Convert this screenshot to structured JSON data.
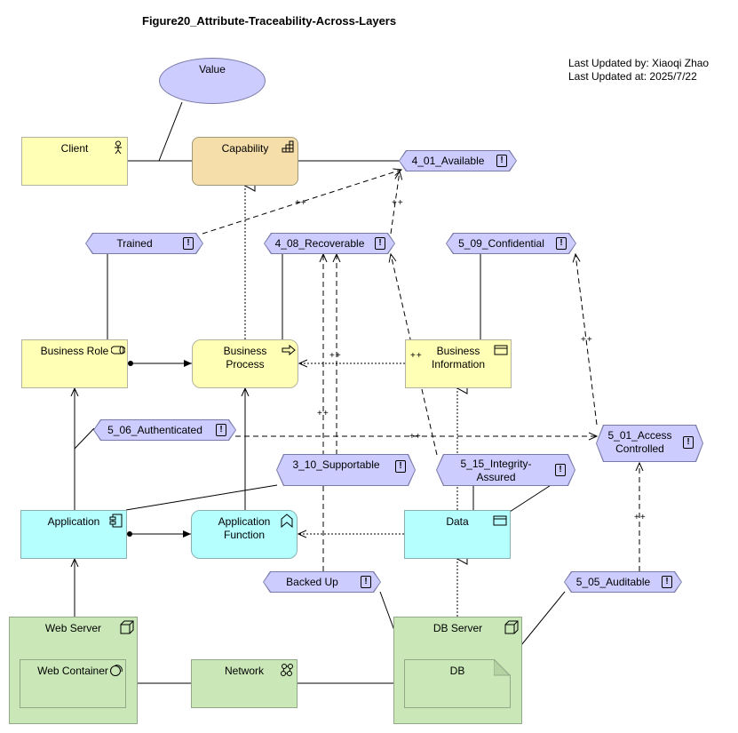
{
  "title": "Figure20_Attribute-Traceability-Across-Layers",
  "meta": {
    "updated_by": "Last Updated by: Xiaoqi Zhao",
    "updated_at": "Last Updated at: 2025/7/22"
  },
  "elements": {
    "value": "Value",
    "client": "Client",
    "capability": "Capability",
    "business_role": "Business Role",
    "business_process_l1": "Business",
    "business_process_l2": "Process",
    "business_information_l1": "Business",
    "business_information_l2": "Information",
    "application": "Application",
    "application_function_l1": "Application",
    "application_function_l2": "Function",
    "data": "Data",
    "web_server": "Web Server",
    "web_container": "Web Container",
    "network": "Network",
    "db_server": "DB Server",
    "db": "DB"
  },
  "requirements": {
    "available": "4_01_Available",
    "trained": "Trained",
    "recoverable": "4_08_Recoverable",
    "confidential": "5_09_Confidential",
    "authenticated": "5_06_Authenticated",
    "access_controlled_l1": "5_01_Access",
    "access_controlled_l2": "Controlled",
    "supportable": "3_10_Supportable",
    "integrity_l1": "5_15_Integrity-",
    "integrity_l2": "Assured",
    "backed_up": "Backed Up",
    "auditable": "5_05_Auditable"
  },
  "influence_label": "++",
  "excl_mark": "!",
  "colors": {
    "business": "#ffffb5",
    "capability": "#f5deaa",
    "application": "#b5ffff",
    "technology": "#c9e7b7",
    "requirement": "#ccccff"
  }
}
